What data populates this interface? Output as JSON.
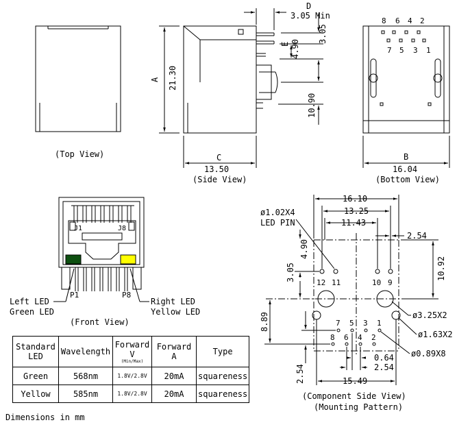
{
  "top_view": {
    "caption": "(Top View)"
  },
  "side_view": {
    "caption": "(Side View)",
    "label_a": "A",
    "dim_a": "21.30",
    "label_c": "C",
    "dim_c": "13.50",
    "label_d": "D",
    "dim_d": "3.05 Min",
    "label_e": "E",
    "dim_e": "4.90",
    "dim_305": "3.05",
    "dim_1090": "10.90"
  },
  "bottom_view": {
    "caption": "(Bottom View)",
    "label_b": "B",
    "dim_b": "16.04",
    "pins_top": [
      "8",
      "6",
      "4",
      "2"
    ],
    "pins_bottom": [
      "7",
      "5",
      "3",
      "1"
    ]
  },
  "front_view": {
    "caption": "(Front View)",
    "j1": "J1",
    "j8": "J8",
    "p1": "P1",
    "p8": "P8",
    "left_led_1": "Left LED",
    "left_led_2": "Green LED",
    "right_led_1": "Right LED",
    "right_led_2": "Yellow LED",
    "green_color": "#0d4f10",
    "yellow_color": "#ffff00"
  },
  "component_view": {
    "caption_1": "(Component Side View)",
    "caption_2": "(Mounting Pattern)",
    "dim_1610": "16.10",
    "dim_1325": "13.25",
    "dim_1143": "11.43",
    "dim_254_top": "2.54",
    "dim_490": "4.90",
    "dim_1092": "10.92",
    "dim_305": "3.05",
    "dim_889": "8.89",
    "dim_254_left": "2.54",
    "dim_064": "0.64",
    "dim_254_bot": "2.54",
    "dim_1549": "15.49",
    "led_pin_1": "ø1.02X4",
    "led_pin_2": "LED PIN",
    "hole_325": "ø3.25X2",
    "hole_163": "ø1.63X2",
    "hole_089": "ø0.89X8",
    "led_pins": [
      "12",
      "11",
      "10",
      "9"
    ],
    "pins_upper": [
      "7",
      "5",
      "3",
      "1"
    ],
    "pins_lower": [
      "8",
      "6",
      "4",
      "2"
    ]
  },
  "table": {
    "headers": {
      "standard": "Standard LED",
      "wavelength": "Wavelength",
      "forward_v": "Forward V",
      "forward_v_unit": "(Min/Max)",
      "forward_a": "Forward A",
      "type": "Type"
    },
    "rows": [
      {
        "led": "Green",
        "wavelength": "568nm",
        "fv": "1.8V/2.8V",
        "fa": "20mA",
        "type": "squareness"
      },
      {
        "led": "Yellow",
        "wavelength": "585nm",
        "fv": "1.8V/2.8V",
        "fa": "20mA",
        "type": "squareness"
      }
    ]
  },
  "footer": {
    "units": "Dimensions in mm"
  }
}
